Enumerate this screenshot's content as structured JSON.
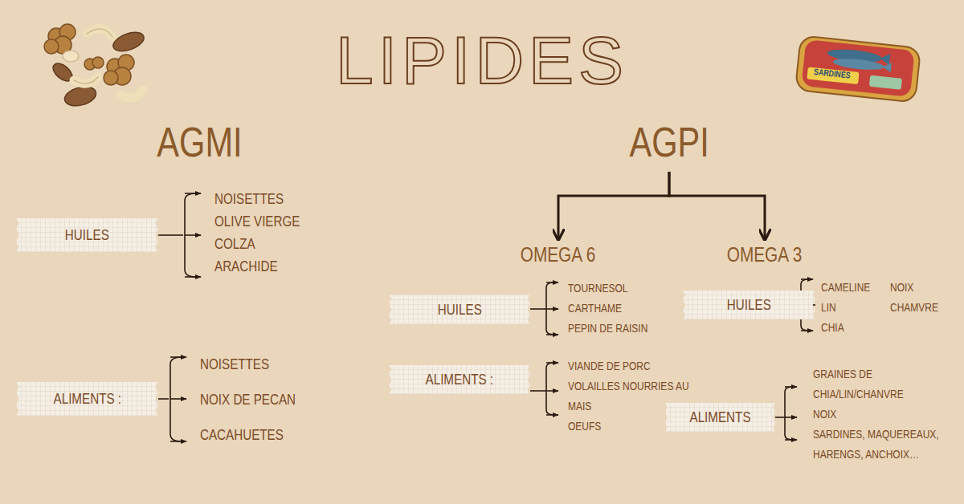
{
  "diagram": {
    "title": "LIPIDES",
    "nodes": [
      {
        "text": [
          "AGMI"
        ]
      },
      {
        "text": [
          "AGPI"
        ]
      },
      {
        "text": [
          "OMEGA 6"
        ]
      },
      {
        "text": [
          "OMEGA 3"
        ]
      },
      {
        "text": [
          "HUILES"
        ]
      },
      {
        "text": [
          "HUILES"
        ]
      },
      {
        "text": [
          "HUILES"
        ]
      },
      {
        "text": [
          "ALIMENTS :"
        ]
      },
      {
        "text": [
          "ALIMENTS :"
        ]
      },
      {
        "text": [
          "ALIMENTS"
        ]
      }
    ],
    "edges": [
      {
        "from": 1,
        "to": 2,
        "arrow": "to"
      },
      {
        "from": 1,
        "to": 3,
        "arrow": "to"
      }
    ],
    "labels": [
      "NOISETTES",
      "OLIVE VIERGE",
      "COLZA",
      "ARACHIDE",
      "NOISETTES",
      "NOIX DE PECAN",
      "CACAHUETES",
      "TOURNESOL",
      "CARTHAME",
      "PEPIN DE RAISIN",
      "CAMELINE",
      "LIN",
      "CHIA",
      "NOIX",
      "CHAMVRE",
      "VIANDE DE PORC",
      "VOLAILLES NOURRIES AU MAIS",
      "OEUFS",
      "GRAINES DE CHIA/LIN/CHANVRE",
      "NOIX",
      "SARDINES, MAQUEREAUX, HARENGS, ANCHOIX…",
      "SARDINES"
    ]
  }
}
